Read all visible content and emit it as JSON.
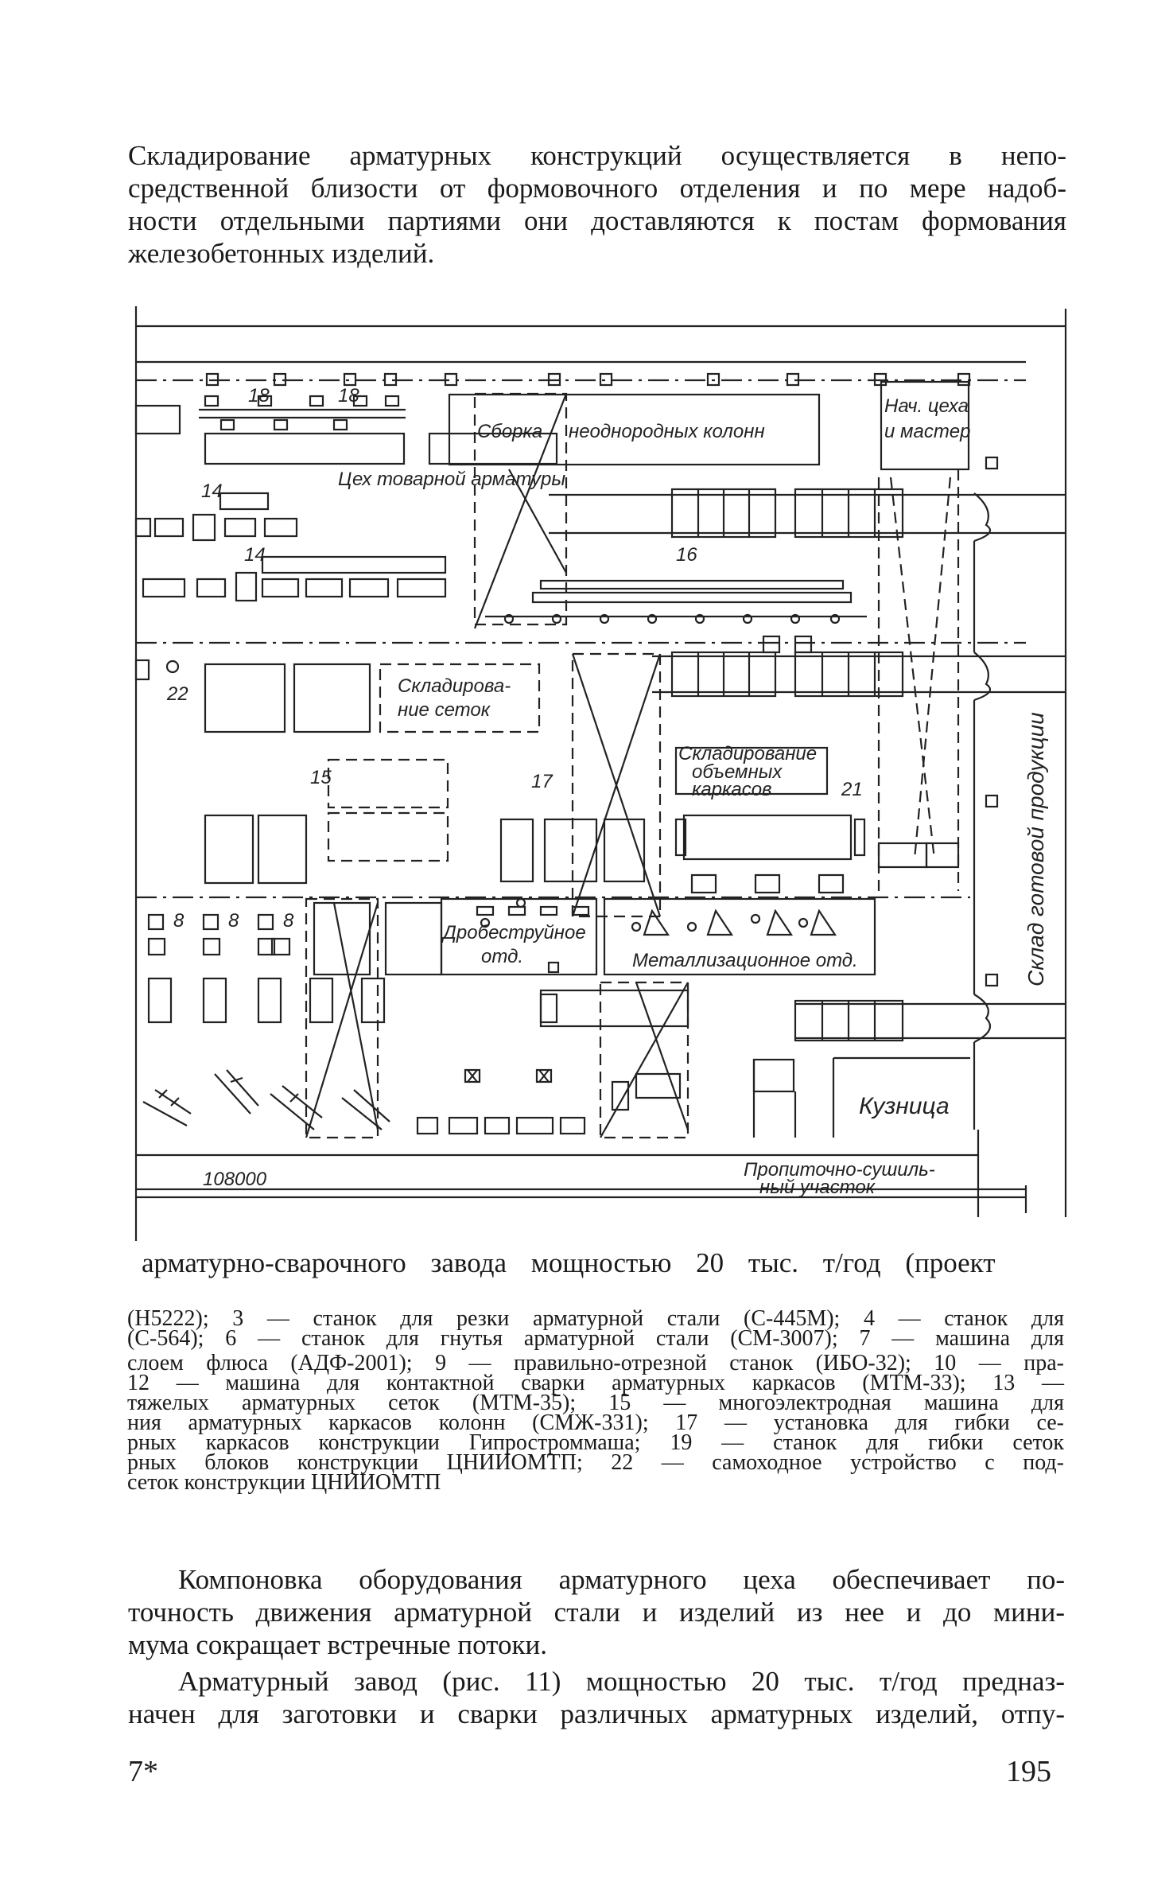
{
  "top_paragraph": [
    "Складирование арматурных конструкций осуществляется в непо-",
    "средственной близости от формовочного отделения и по мере надоб-",
    "ности отдельными партиями они доставляются к постам формования",
    "железобетонных изделий."
  ],
  "plan": {
    "labels": {
      "reinforcement_shop": "Цех товарной арматуры",
      "column_assembly_a": "Сборка",
      "column_assembly_b": "неоднородных колонн",
      "office_1": "Нач. цеха",
      "office_2": "и мастер",
      "mesh_storage_1": "Складирова-",
      "mesh_storage_2": "ние сеток",
      "cage_storage_1": "Складирование",
      "cage_storage_2": "объемных",
      "cage_storage_3": "каркасов",
      "shot_blast_1": "Дробеструйное",
      "shot_blast_2": "отд.",
      "metallization": "Металлизационное отд.",
      "forge": "Кузница",
      "impregnation_1": "Пропиточно-сушиль-",
      "impregnation_2": "ный участок",
      "warehouse": "Склад готовой продукции",
      "dimension": "108000"
    },
    "numbers": {
      "n18a": "18",
      "n18b": "18",
      "n14a": "14",
      "n14b": "14",
      "n16": "16",
      "n22": "22",
      "n15": "15",
      "n17": "17",
      "n21": "21",
      "n8a": "8",
      "n8b": "8",
      "n8c": "8"
    }
  },
  "caption": {
    "head": "арматурно-сварочного завода мощностью 20 тыс. т/год (проект",
    "lines": [
      "(Н5222); 3 — станок для резки арматурной стали (С-445М); 4 — станок для",
      "(С-564); 6 — станок для гнутья арматурной стали (СМ-3007); 7 — машина для",
      "слоем флюса (АДФ-2001); 9 — правильно-отрезной станок (ИБО-32); 10 — пра-",
      "12 — машина для контактной сварки арматурных каркасов (МТМ-33); 13 —",
      "тяжелых арматурных сеток (МТМ-35); 15 — многоэлектродная машина для",
      "ния арматурных каркасов колонн (СМЖ-331); 17 — установка для гибки се-",
      "рных каркасов конструкции Гипростроммаша; 19 — станок для гибки сеток",
      "рных блоков конструкции ЦНИИОМТП; 22 — самоходное устройство с под-",
      "сеток конструкции ЦНИИОМТП"
    ]
  },
  "bottom_paragraphs": {
    "p1": [
      "Компоновка оборудования арматурного цеха обеспечивает по-",
      "точность движения арматурной стали и изделий из нее и до мини-",
      "мума сокращает встречные потоки."
    ],
    "p2": [
      "Арматурный завод (рис. 11) мощностью 20 тыс. т/год предназ-",
      "начен для заготовки и сварки различных арматурных изделий, отпу-"
    ]
  },
  "folio": {
    "left": "7*",
    "right": "195"
  }
}
